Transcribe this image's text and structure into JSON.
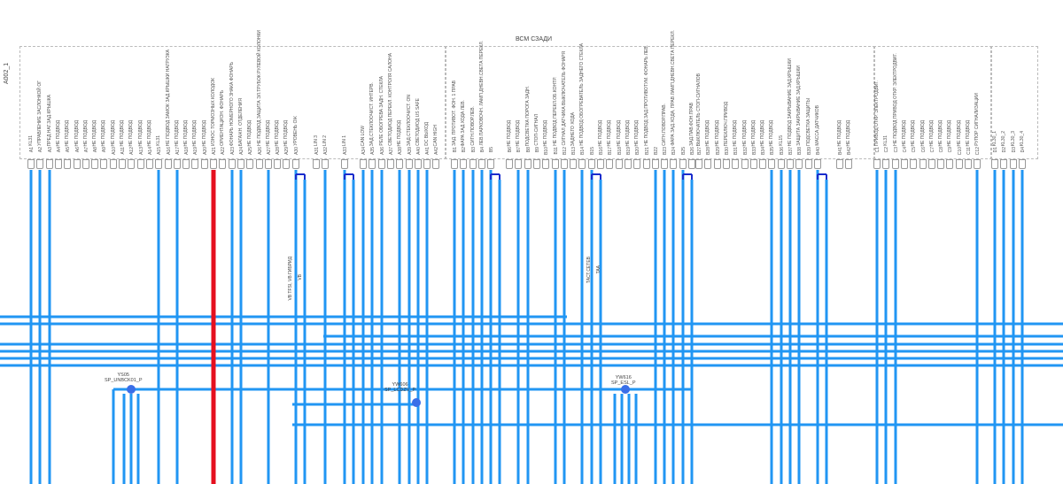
{
  "connector": {
    "name": "A002_1",
    "title": "ВСМ СЗАДИ"
  },
  "colors": {
    "wire": "#2196f3",
    "power_wire": "#e5101f",
    "bracket": "#1a2ccc",
    "splice": "#3a6ee8"
  },
  "pins": [
    {
      "id": "A1",
      "label": "KL31",
      "wired": true
    },
    {
      "id": "A2",
      "label": "УПРАВЛЕНИЕ ЗАСЛОНКОЙ ОГ",
      "wired": true
    },
    {
      "id": "A3",
      "label": "ПРЕД.НАГ.ЗАД.КРЫШКА",
      "wired": true
    },
    {
      "id": "A4",
      "label": "НЕ ПОДВОД",
      "wired": false
    },
    {
      "id": "A5",
      "label": "НЕ ПОДВОД",
      "wired": false
    },
    {
      "id": "A6",
      "label": "НЕ ПОДВОД",
      "wired": false
    },
    {
      "id": "A7",
      "label": "НЕ ПОДВОД",
      "wired": false
    },
    {
      "id": "A8",
      "label": "НЕ ПОДВОД",
      "wired": false
    },
    {
      "id": "A9",
      "label": "НЕ ПОДВОД",
      "wired": false
    },
    {
      "id": "A10",
      "label": "НЕ ПОДВОД",
      "wired": false
    },
    {
      "id": "A11",
      "label": "НЕ ПОДВОД",
      "wired": false
    },
    {
      "id": "A12",
      "label": "НЕ ПОДВОД",
      "wired": false
    },
    {
      "id": "A13",
      "label": "НЕ ПОДВОД",
      "wired": false
    },
    {
      "id": "A14",
      "label": "НЕ ПОДВОД",
      "wired": false
    },
    {
      "id": "A15",
      "label": "KL31",
      "wired": true
    },
    {
      "id": "A16",
      "label": "НЕ ПОДВОД\nЗАМОК ЗАД.КРЫШКИ\nНАГРУЗКА",
      "wired": false
    },
    {
      "id": "A17",
      "label": "НЕ ПОДВОД",
      "wired": true
    },
    {
      "id": "A18",
      "label": "НЕ ПОДВОД",
      "wired": false
    },
    {
      "id": "A19",
      "label": "НЕ ПОДВОД",
      "wired": false
    },
    {
      "id": "A20",
      "label": "НЕ ПОДВОД",
      "wired": false
    },
    {
      "id": "A21",
      "label": "ИЗНОС ТОРМОЗНЫХ КОЛОДОК",
      "wired": true,
      "power": true
    },
    {
      "id": "A22",
      "label": "ОРИЕНТАЦИОН. ФОНАРЬ",
      "wired": false
    },
    {
      "id": "A23",
      "label": "ФОНАРЬ НОМЕРНОГО ЗНАКА\nФОНАРЬ",
      "wired": true
    },
    {
      "id": "A24",
      "label": "БАГАЖН. ОТДЕЛЕНИЯ",
      "wired": true
    },
    {
      "id": "A25",
      "label": "НЕ ПОДВОД",
      "wired": false
    },
    {
      "id": "A26",
      "label": "НЕ ПОДВОД\nЗАЩИТА ЭЛ.ТРУБОК\nРУЛЕВОЙ КОЛОНКИ",
      "wired": false
    },
    {
      "id": "A27",
      "label": "НЕ ПОДВОД",
      "wired": true
    },
    {
      "id": "A28",
      "label": "НЕ ПОДВОД",
      "wired": false
    },
    {
      "id": "A29",
      "label": "НЕ ПОДВОД",
      "wired": false
    },
    {
      "id": "A30",
      "label": "УРОВЕНЬ ОЖ",
      "wired": true,
      "bracket": true
    },
    {
      "id": "A31",
      "label": "LIN 3",
      "wired": false
    },
    {
      "id": "A32",
      "label": "LIN 2",
      "wired": true
    },
    {
      "id": "A33",
      "label": "LIN 1",
      "wired": true,
      "bracket": true
    },
    {
      "id": "A34",
      "label": "CAN LOW",
      "wired": true
    },
    {
      "id": "A35",
      "label": "ЗАД.СТЕКЛООЧИСТ.\nИНТЕРВ.",
      "wired": true
    },
    {
      "id": "A36",
      "label": "РЕЛЕ ОБОГРЕВА ЗАДН.\nСТЕКЛА",
      "wired": true
    },
    {
      "id": "A37",
      "label": "СВЕТОДИОД ПЕРЕКЛ.\nКОНТРОЛЯ САЛОНА",
      "wired": false
    },
    {
      "id": "A38",
      "label": "НЕ ПОДВОД",
      "wired": true
    },
    {
      "id": "A39",
      "label": "ЗАД.СТЕКЛООЧИСТ.\nON",
      "wired": true
    },
    {
      "id": "A40",
      "label": "СВЕТОДИОД US SAFE",
      "wired": true
    },
    {
      "id": "A41",
      "label": "DC ВЫХОД",
      "wired": true
    },
    {
      "id": "A42",
      "label": "CAN HIGH",
      "wired": false
    },
    {
      "id": "B1",
      "label": "ЗАД. ПРОТИВОТ. ФОН. 1 ПРАВ",
      "wired": true
    },
    {
      "id": "B2",
      "label": "ФАРА ЗАД.ХОДА ЛЕВ.",
      "wired": true
    },
    {
      "id": "B3",
      "label": "СИГН.ПОВОР.ЛЕВ.",
      "wired": true
    },
    {
      "id": "B4",
      "label": "ЛЕВ.ПАРКОВОЧН.\nЛАМП.ДНЕВН.СВЕТА\nПЕРЕКЛ.",
      "wired": true
    },
    {
      "id": "B5",
      "label": "",
      "wired": true,
      "bracket": true
    },
    {
      "id": "B6",
      "label": "НЕ ПОДВОД",
      "wired": false
    },
    {
      "id": "B7",
      "label": "НЕ ПОДВОД",
      "wired": true
    },
    {
      "id": "B8",
      "label": "ПОДСВЕТКА ПОРОГА\nЗАДН.",
      "wired": true
    },
    {
      "id": "B9",
      "label": "СТОП-СИГНАЛ",
      "wired": false
    },
    {
      "id": "B10",
      "label": "НЕ ПОДВОД",
      "wired": false
    },
    {
      "id": "B11",
      "label": "НЕ ПОДВОД\nПЕРЕКЛ.ОБ.КОНТР.",
      "wired": true
    },
    {
      "id": "B12",
      "label": "СИГНАЛ ДАТЧИКА\nВЫКЛЮЧАТЕЛЬ ФОНАРЯ",
      "wired": true
    },
    {
      "id": "B13",
      "label": "ЗАДНЕГО ХОДА",
      "wired": false
    },
    {
      "id": "B14",
      "label": "НЕ ПОДВОД\nОБОГРЕВАТЕЛЬ\nЗАДНЕГО СТЕКЛА",
      "wired": true
    },
    {
      "id": "B15",
      "label": "",
      "wired": true,
      "bracket": true
    },
    {
      "id": "B16",
      "label": "НЕ ПОДВОД",
      "wired": false
    },
    {
      "id": "B17",
      "label": "НЕ ПОДВОД",
      "wired": false
    },
    {
      "id": "B18",
      "label": "НЕ ПОДВОД",
      "wired": false
    },
    {
      "id": "B19",
      "label": "НЕ ПОДВОД",
      "wired": false
    },
    {
      "id": "B20",
      "label": "НЕ ПОДВОД",
      "wired": false
    },
    {
      "id": "B21",
      "label": "НЕ ПОДВОД\nЗАД.ПРОТИВОТУМ.\nФОНАРЬ ЛЕВ.",
      "wired": false
    },
    {
      "id": "B22",
      "label": "",
      "wired": true
    },
    {
      "id": "B23",
      "label": "СИГН.ПОВОР.ПРАВ.",
      "wired": true
    },
    {
      "id": "B24",
      "label": "ФАРА ЗАД.ХОДА, ПРАВ\nЛАМП.ДНЕВН.СВЕТА\nПЕРЕКЛ.",
      "wired": true
    },
    {
      "id": "B25",
      "label": "",
      "wired": true,
      "bracket": true
    },
    {
      "id": "B26",
      "label": "ЗАД.ПАВ.ФОН.ПРАВ",
      "wired": false
    },
    {
      "id": "B27",
      "label": "ВЫКЛЮЧАТЕЛЬ СТОП-СИГНАЛОВ",
      "wired": false
    },
    {
      "id": "B28",
      "label": "НЕ ПОДВОД",
      "wired": false
    },
    {
      "id": "B29",
      "label": "НЕ ПОДВОД",
      "wired": false
    },
    {
      "id": "B30",
      "label": "ПЕРЕКЛЮЧ.ПРИВОД",
      "wired": false
    },
    {
      "id": "B31",
      "label": "НЕ ПОДВОД",
      "wired": false
    },
    {
      "id": "B32",
      "label": "НЕ ПОДВОД",
      "wired": false
    },
    {
      "id": "B33",
      "label": "НЕ ПОДВОД",
      "wired": false
    },
    {
      "id": "B34",
      "label": "НЕ ПОДВОД",
      "wired": false
    },
    {
      "id": "B35",
      "label": "НЕ ПОДВОД",
      "wired": true
    },
    {
      "id": "B36",
      "label": "KL15",
      "wired": true
    },
    {
      "id": "B37",
      "label": "НЕ ПОДВОД\nЗАКРЫВАНИЕ ЗАД.КРЫШКИ",
      "wired": true
    },
    {
      "id": "B38",
      "label": "ЗАЩИТА\nЗАКРЫВАНИЕ ЗАД.КРЫШКИ",
      "wired": true
    },
    {
      "id": "B39",
      "label": "ПОДСВЕТКА ЗАЩИТЫ",
      "wired": false
    },
    {
      "id": "B40",
      "label": "МАССА ДАТЧИКОВ",
      "wired": true,
      "bracket": true
    },
    {
      "id": "B41",
      "label": "НЕ ПОДВОД",
      "wired": false
    },
    {
      "id": "B42",
      "label": "НЕ ПОДВОД",
      "wired": false
    },
    {
      "id": "C1",
      "label": "ПРИВОД ОТКР.\nЭЛЕКТРОДВИГ.",
      "wired": true
    },
    {
      "id": "C2",
      "label": "KL31",
      "wired": true
    },
    {
      "id": "C3",
      "label": "НЕ ПОДВОД\nПРИВОД ОТКР.\nЭЛЕКТРОДВИГ.",
      "wired": true
    },
    {
      "id": "C4",
      "label": "НЕ ПОДВОД",
      "wired": false
    },
    {
      "id": "C5",
      "label": "НЕ ПОДВОД",
      "wired": false
    },
    {
      "id": "C6",
      "label": "НЕ ПОДВОД",
      "wired": false
    },
    {
      "id": "C7",
      "label": "НЕ ПОДВОД",
      "wired": false
    },
    {
      "id": "C8",
      "label": "НЕ ПОДВОД",
      "wired": false
    },
    {
      "id": "C9",
      "label": "НЕ ПОДВОД",
      "wired": false
    },
    {
      "id": "C10",
      "label": "НЕ ПОДВОД",
      "wired": false
    },
    {
      "id": "C11",
      "label": "НЕ ПОДВОД",
      "wired": false
    },
    {
      "id": "C12",
      "label": "РУПОР СИГНАЛИЗАЦИИ",
      "wired": true
    },
    {
      "id": "D1",
      "label": "KL30_1",
      "wired": true
    },
    {
      "id": "D2",
      "label": "KL30_2",
      "wired": true
    },
    {
      "id": "D3",
      "label": "KL30_3",
      "wired": true
    },
    {
      "id": "D4",
      "label": "KL30_4",
      "wired": true
    }
  ],
  "splices": [
    {
      "id": "YS05",
      "name": "SP_UNBCK01_P"
    },
    {
      "id": "YW606",
      "name": "SP_LCDZV_P"
    },
    {
      "id": "YW616",
      "name": "SP_ESL_P"
    }
  ],
  "wire_notes": [
    "VB TFSI, VB ГИБРИД",
    "VB",
    "ТАСТ.СЕТЕВ",
    "TAA"
  ]
}
